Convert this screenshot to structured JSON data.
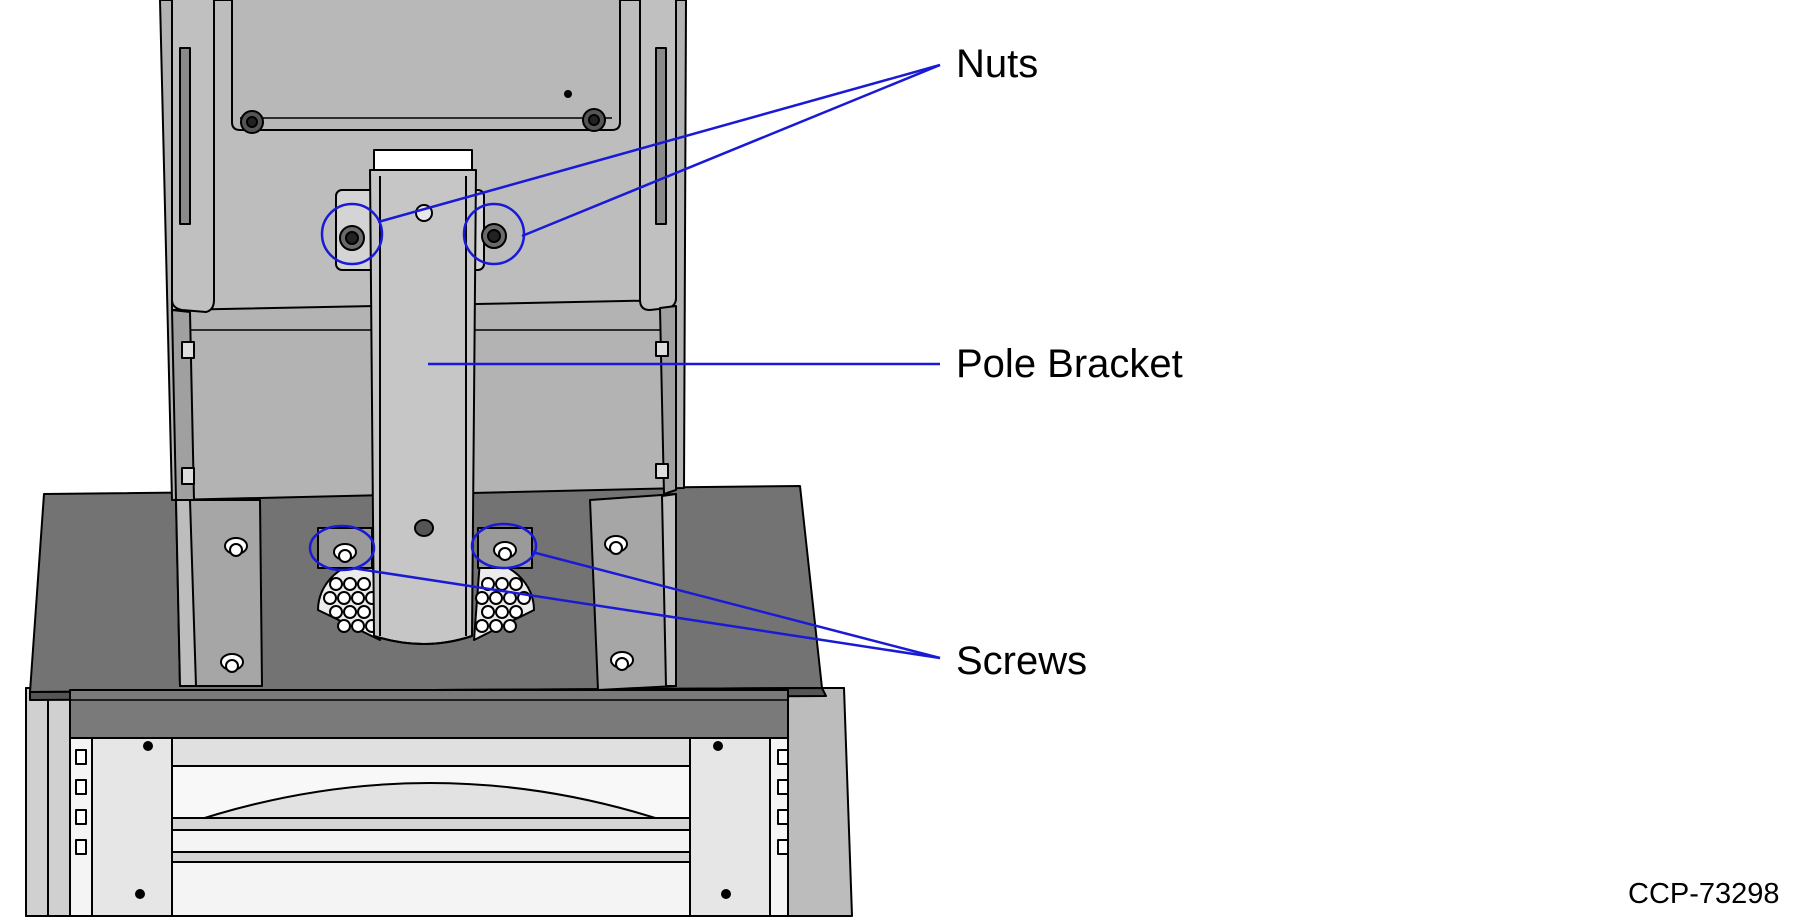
{
  "callouts": {
    "nuts": "Nuts",
    "pole_bracket": "Pole Bracket",
    "screws": "Screws"
  },
  "figure_id": "CCP-73298",
  "colors": {
    "leader": "#1a1ad6",
    "panel_light": "#b3b3b3",
    "panel_mid": "#a6a6a6",
    "base_dark": "#737373",
    "bracket": "#c6c6c6",
    "outline": "#000000"
  }
}
